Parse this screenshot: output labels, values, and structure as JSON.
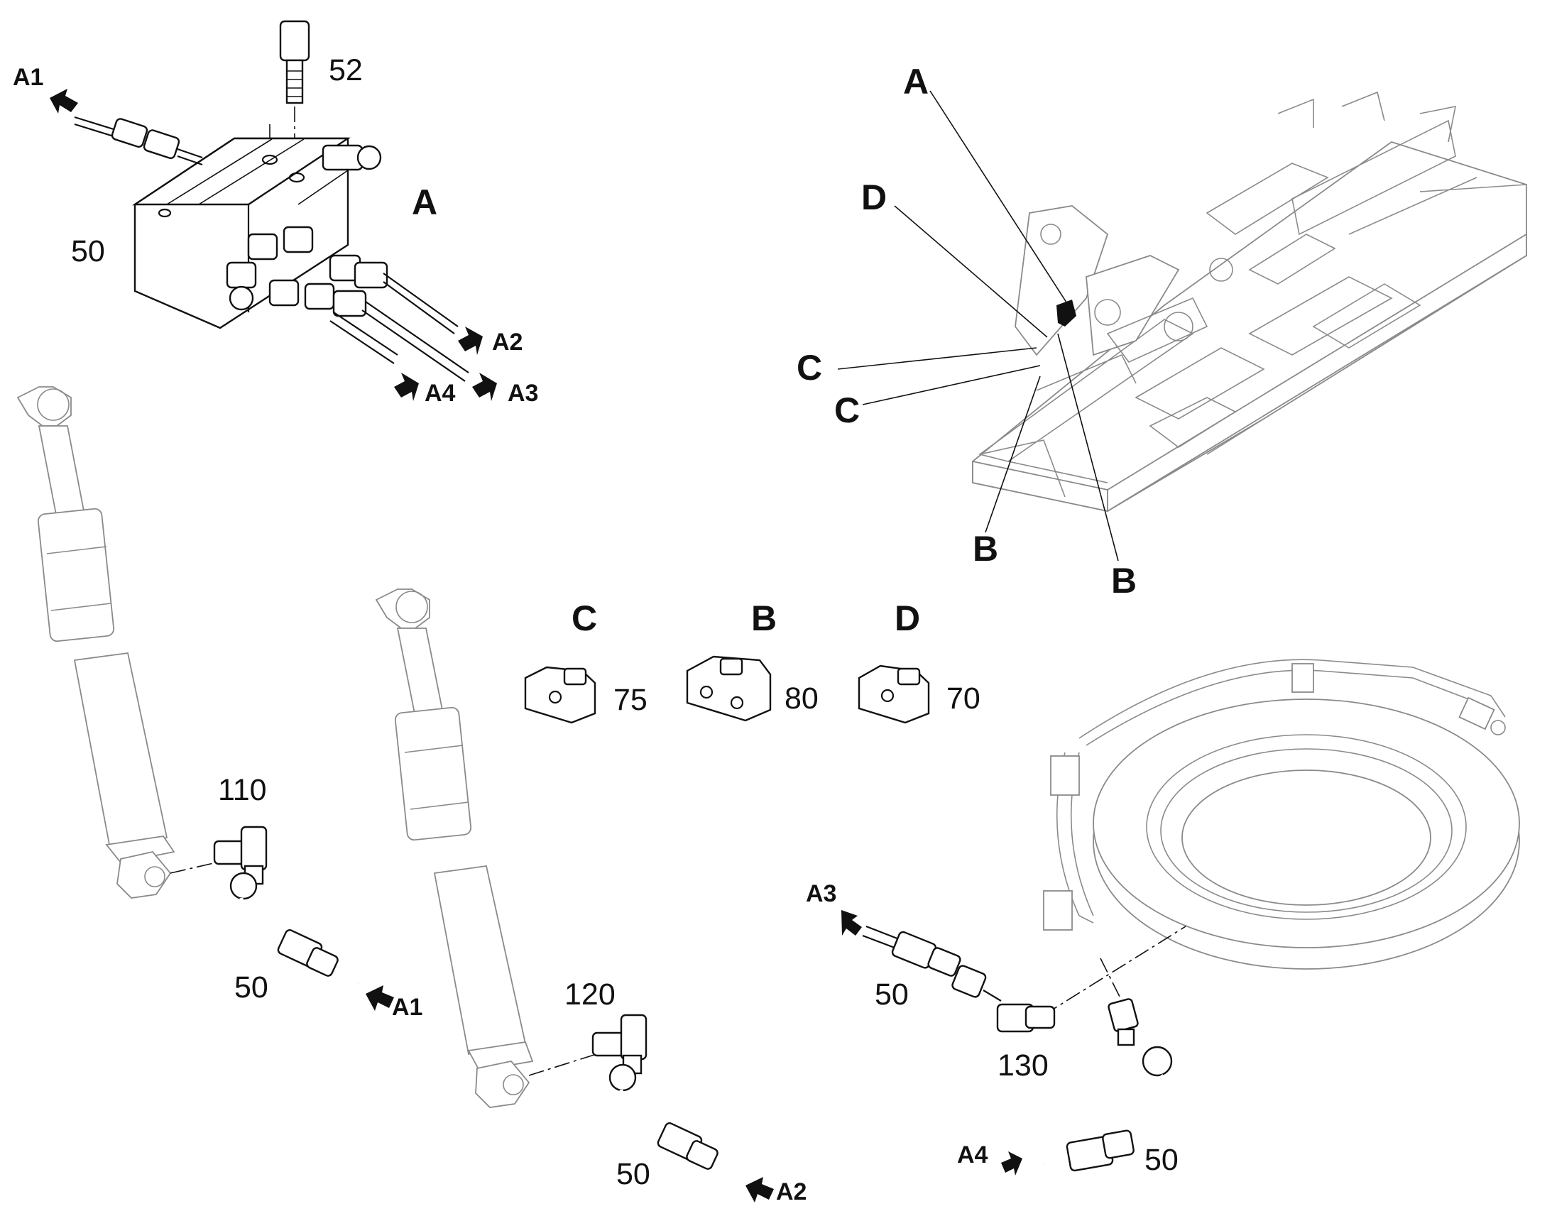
{
  "views": {
    "A": "A",
    "B": "B",
    "C": "C",
    "D": "D"
  },
  "parts": {
    "bolt": "52",
    "block": "50",
    "pipe": "50",
    "pipe_a2": "50",
    "pipe_a3": "50",
    "pipe_a4": "50",
    "tee_left": "110",
    "tee_mid": "120",
    "tee_right": "130",
    "clamp_c": "75",
    "clamp_b": "80",
    "clamp_d": "70"
  },
  "ports": {
    "A1": "A1",
    "A2": "A2",
    "A3": "A3",
    "A4": "A4"
  }
}
